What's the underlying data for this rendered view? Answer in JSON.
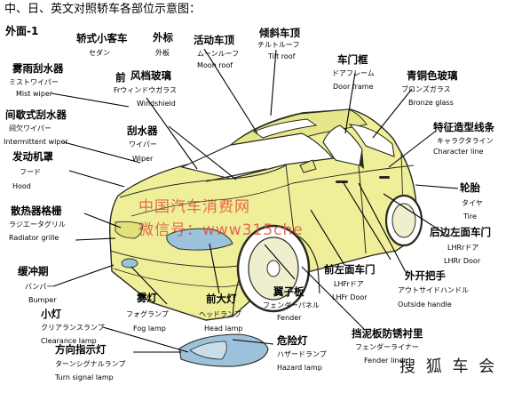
{
  "title": "中、日、英文对照轿车各部位示意图：",
  "section": "外面-1",
  "watermark": {
    "line1": "中国汽车消费网",
    "line2": "微信号：www315che"
  },
  "brand": "搜 狐 车 会",
  "parts": [
    {
      "zh": "轿式小客车",
      "jp": "セダン",
      "en": ""
    },
    {
      "zh": "外标",
      "jp": "外板",
      "en": ""
    },
    {
      "zh": "活动车顶",
      "jp": "ムーンルーフ",
      "en": "Moon roof"
    },
    {
      "zh": "倾斜车顶",
      "jp": "チルトルーフ",
      "en": "Tilt roof"
    },
    {
      "zh": "雾雨刮水器",
      "jp": "ミストワイパー",
      "en": "Mist wiper"
    },
    {
      "zh": "前",
      "jp": "",
      "en": ""
    },
    {
      "zh": "风档玻璃",
      "jp": "Frウィンドウガラス",
      "en": "Windshield"
    },
    {
      "zh": "车门框",
      "jp": "ドアフレーム",
      "en": "Door frame"
    },
    {
      "zh": "青铜色玻璃",
      "jp": "ブロンズガラス",
      "en": "Bronze glass"
    },
    {
      "zh": "间歇式刮水器",
      "jp": "间欠ワイパー",
      "en": "Intermittent wiper"
    },
    {
      "zh": "刮水器",
      "jp": "ワイパー",
      "en": "Wiper"
    },
    {
      "zh": "特征造型线条",
      "jp": "キャラクタライン",
      "en": "Character line"
    },
    {
      "zh": "发动机罩",
      "jp": "フード",
      "en": "Hood"
    },
    {
      "zh": "轮胎",
      "jp": "タイヤ",
      "en": "Tire"
    },
    {
      "zh": "散热器格栅",
      "jp": "ラジエータグリル",
      "en": "Radiator grille"
    },
    {
      "zh": "后边左面车门",
      "jp": "LHRrドア",
      "en": "LHRr Door"
    },
    {
      "zh": "缓冲期",
      "jp": "バンパー",
      "en": "Bumper"
    },
    {
      "zh": "前左面车门",
      "jp": "LHFrドア",
      "en": "LHFr Door"
    },
    {
      "zh": "外开把手",
      "jp": "アウトサイドハンドル",
      "en": "Outside handle"
    },
    {
      "zh": "翼子板",
      "jp": "フェンダーパネル",
      "en": "Fender"
    },
    {
      "zh": "雾灯",
      "jp": "フォグランプ",
      "en": "Fog lamp"
    },
    {
      "zh": "前大灯",
      "jp": "ヘッドランプ",
      "en": "Head lamp"
    },
    {
      "zh": "小灯",
      "jp": "クリアランスランプ",
      "en": "Clearance lamp"
    },
    {
      "zh": "危险灯",
      "jp": "ハザードランプ",
      "en": "Hazard lamp"
    },
    {
      "zh": "挡泥板防锈衬里",
      "jp": "フェンダーライナー",
      "en": "Fender liner"
    },
    {
      "zh": "方向指示灯",
      "jp": "ターンシグナルランプ",
      "en": "Turn signal lamp"
    }
  ],
  "colors": {
    "body": "#efef9a",
    "line": "#2a2a20",
    "glass": "#ffffff",
    "lamp": "#9cc2dc",
    "watermark": "#e0523e"
  }
}
